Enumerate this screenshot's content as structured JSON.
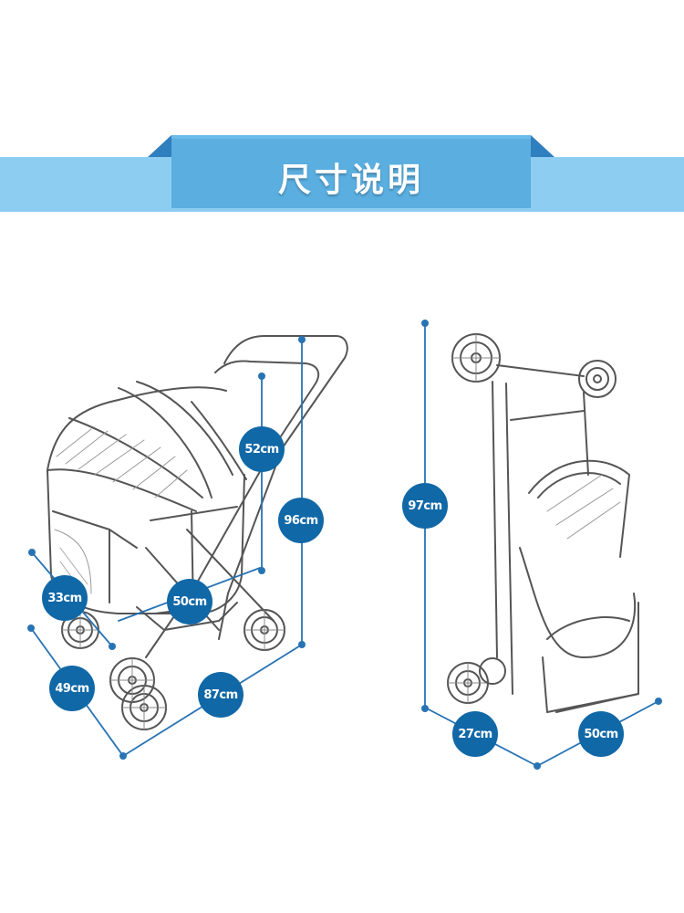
{
  "header": {
    "title": "尺寸说明"
  },
  "dimensions": {
    "handle_height": "52cm",
    "total_height": "96cm",
    "cabin_width": "33cm",
    "cabin_length": "50cm",
    "base_width": "49cm",
    "total_length": "87cm",
    "folded_height": "97cm",
    "folded_depth": "27cm",
    "folded_width": "50cm"
  },
  "colors": {
    "banner_light": "#8ecdf2",
    "banner_dark": "#5aaee0",
    "banner_fold": "#2f7fbf",
    "badge": "#1168a7",
    "line": "#2773b3"
  }
}
